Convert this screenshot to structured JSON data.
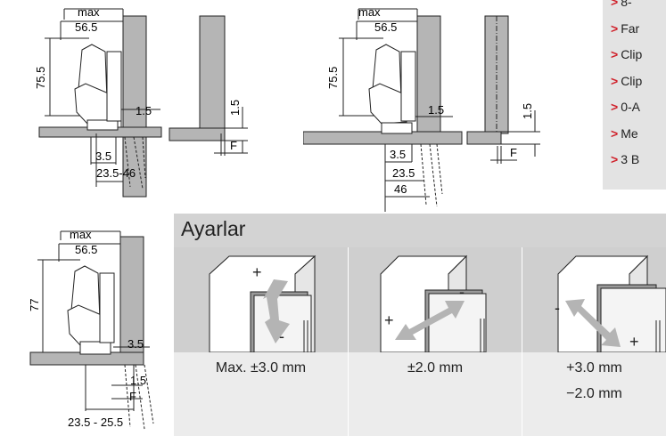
{
  "diagrams": {
    "d1": {
      "max": "max",
      "width": "56.5",
      "height": "75.5",
      "overlay": "1.5",
      "gap": "3.5",
      "range": "23.5-46"
    },
    "d2": {
      "overlay": "1.5",
      "f": "F"
    },
    "d3": {
      "max": "max",
      "width": "56.5",
      "height": "75.5",
      "overlay": "1.5",
      "gap": "3.5",
      "range_a": "23.5",
      "range_b": "46"
    },
    "d4": {
      "overlay": "1.5",
      "f": "F"
    },
    "d5": {
      "max": "max",
      "width": "56.5",
      "height": "77",
      "gap": "3.5",
      "overlay": "1.5",
      "f": "F",
      "range": "23.5 - 25.5"
    }
  },
  "features": {
    "items": [
      {
        "mark": ">",
        "text": "8-"
      },
      {
        "mark": ">",
        "text": "Far"
      },
      {
        "mark": ">",
        "text": "Clip"
      },
      {
        "mark": ">",
        "text": "Clip"
      },
      {
        "mark": ">",
        "text": "0-A"
      },
      {
        "mark": ">",
        "text": "Me"
      },
      {
        "mark": ">",
        "text": "3 B"
      }
    ]
  },
  "adjustments": {
    "title": "Ayarlar",
    "columns": [
      {
        "caption1": "Max. ±3.0 mm",
        "caption2": "",
        "plus": "+",
        "minus": "-"
      },
      {
        "caption1": "±2.0 mm",
        "caption2": "",
        "plus": "+",
        "minus": "-"
      },
      {
        "caption1": "+3.0 mm",
        "caption2": "−2.0 mm",
        "plus": "+",
        "minus": "-"
      }
    ]
  },
  "colors": {
    "accent": "#d0212b",
    "arrow": "#b4b4b4",
    "panel": "#ececec",
    "header": "#d3d3d3"
  }
}
